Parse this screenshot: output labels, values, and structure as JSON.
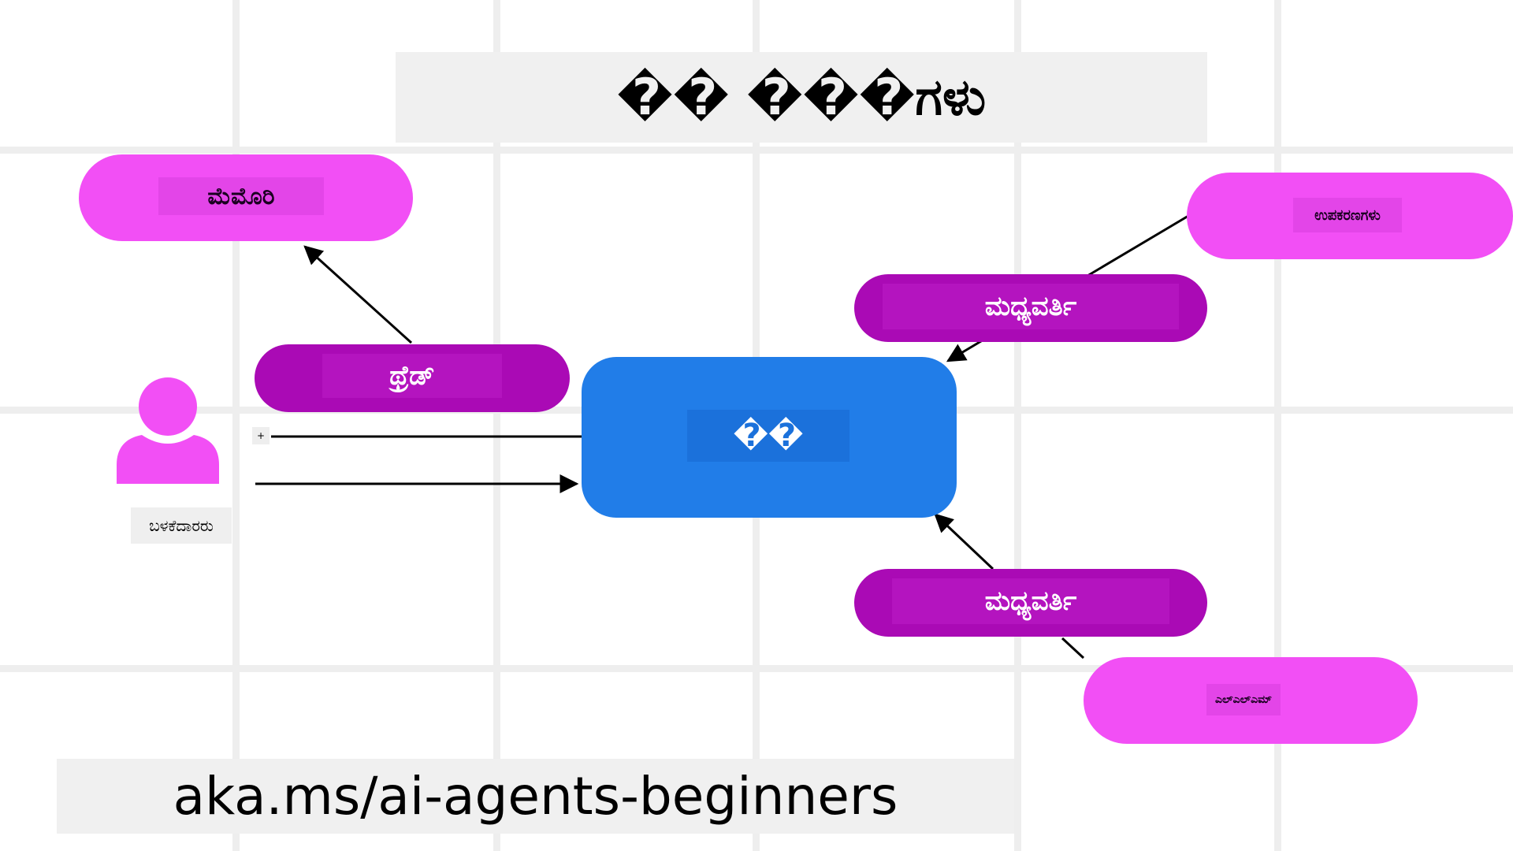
{
  "title": "�� ���ಗಳು",
  "nodes": {
    "memory": "ಮೆಮೊರಿ",
    "thread": "ಥ್ರೆಡ್",
    "user": "ಬಳಕೆದಾರರು",
    "agent": "��",
    "middleware_top": "ಮಧ್ಯವರ್ತಿ",
    "tools": "ಉಪಕರಣಗಳು",
    "middleware_bottom": "ಮಧ್ಯವರ್ತಿ",
    "llm": "ಎಲ್ಎಲ್ಎಮ್"
  },
  "plus_symbol": "+",
  "url": "aka.ms/ai-agents-beginners",
  "colors": {
    "pink_node": "#f24ff5",
    "purple_node": "#aa0ab5",
    "agent_box": "#217de8",
    "grid": "#eeeeee",
    "label_box": "#f0f0f0"
  }
}
